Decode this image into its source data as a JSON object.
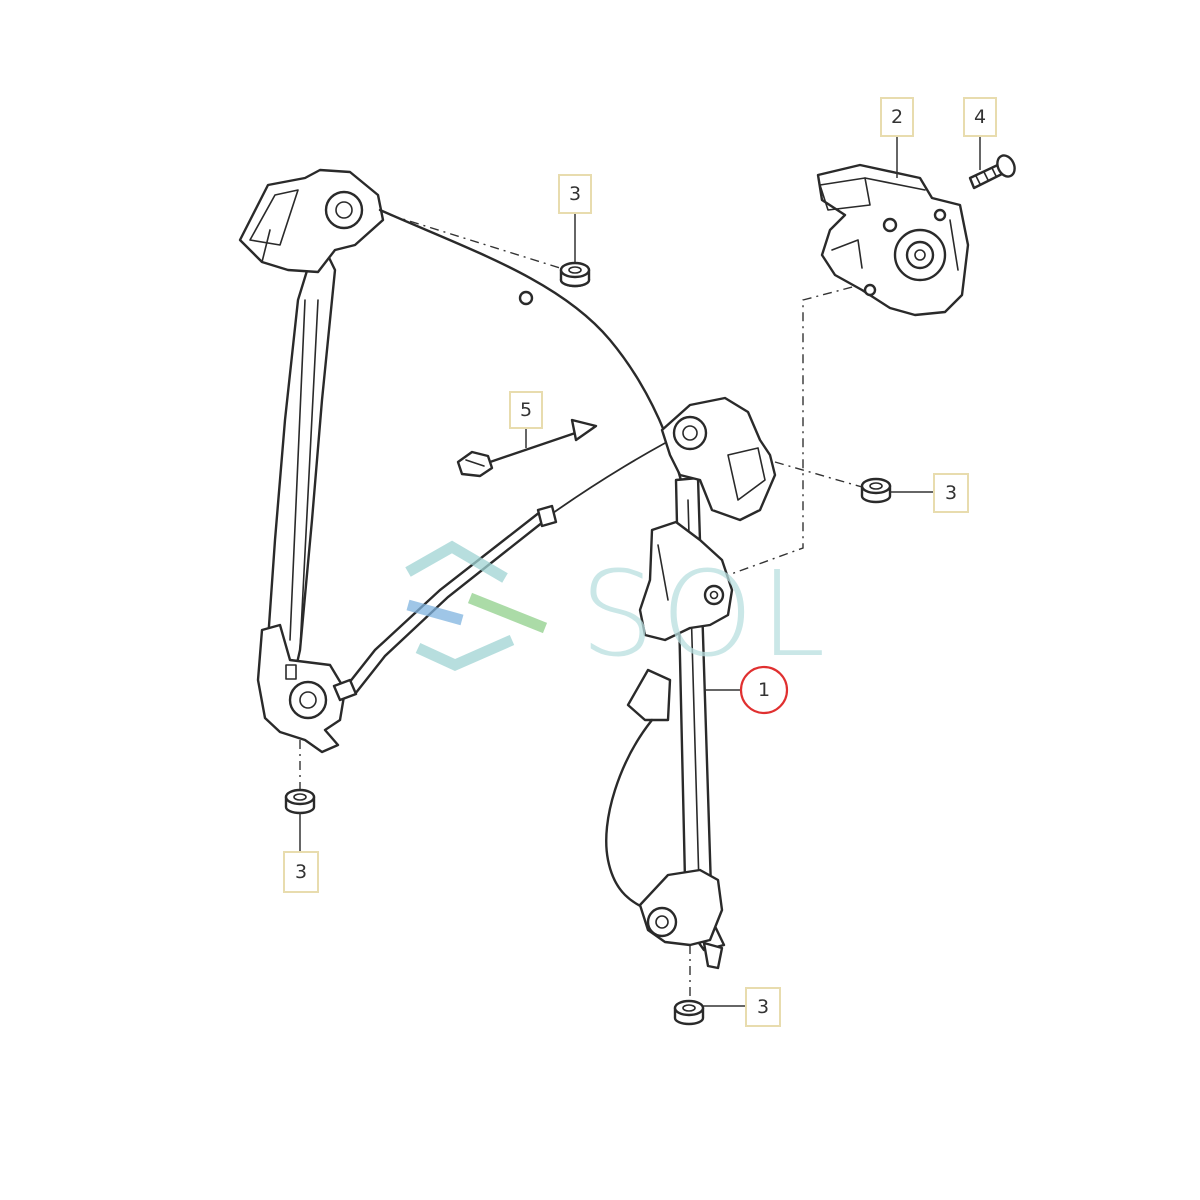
{
  "callouts": {
    "window_regulator": "1",
    "regulator_motor": "2",
    "mounting_nut": "3",
    "motor_screw": "4",
    "cable_tie": "5"
  },
  "watermark": {
    "text": "SOL",
    "colors": {
      "teal": "#9fd4d4",
      "blue": "#7fb3df",
      "green": "#8fcf8a"
    }
  },
  "highlight": {
    "part": "1",
    "color": "#e03030"
  }
}
